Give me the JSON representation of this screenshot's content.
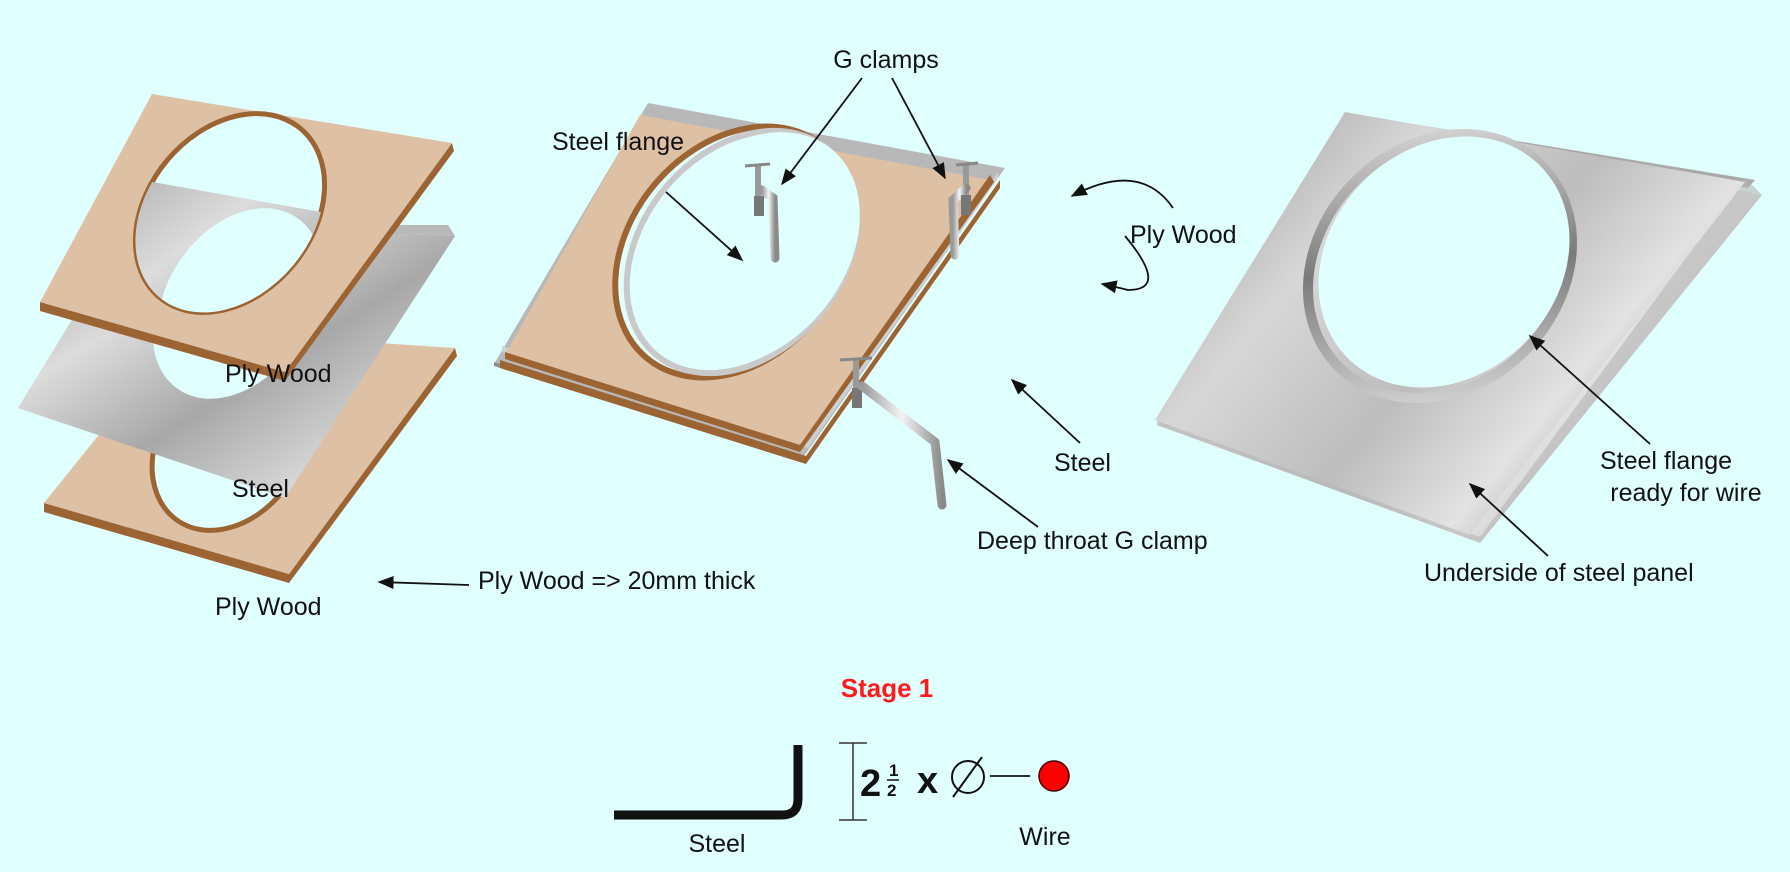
{
  "colors": {
    "background": "#e0ffff",
    "plywood_face": "#dec1a5",
    "plywood_edge": "#9c6432",
    "steel_light": "#e3e3e3",
    "steel_dark": "#a3a3a3",
    "wire": "#ff0000",
    "stage_title": "#ff1a1a"
  },
  "icons": [
    "g-clamp-icon",
    "deep-throat-g-clamp-icon",
    "angle-steel-icon",
    "diameter-icon",
    "wire-dot-icon"
  ],
  "labels": {
    "g_clamps": "G clamps",
    "steel_flange": "Steel flange",
    "ply_wood_right": "Ply Wood",
    "steel_mid": "Steel",
    "deep_throat": "Deep throat G clamp",
    "ply_wood_top": "Ply Wood",
    "steel_left": "Steel",
    "ply_wood_bottom": "Ply Wood",
    "ply_thickness": "Ply Wood => 20mm thick",
    "flange_ready_1": "Steel flange",
    "flange_ready_2": "ready for wire",
    "underside": "Underside of steel panel"
  },
  "legend": {
    "stage_title": "Stage 1",
    "steel_label": "Steel",
    "whole": "2",
    "frac_num": "1",
    "frac_den": "2",
    "times": "x",
    "wire_label": "Wire"
  }
}
